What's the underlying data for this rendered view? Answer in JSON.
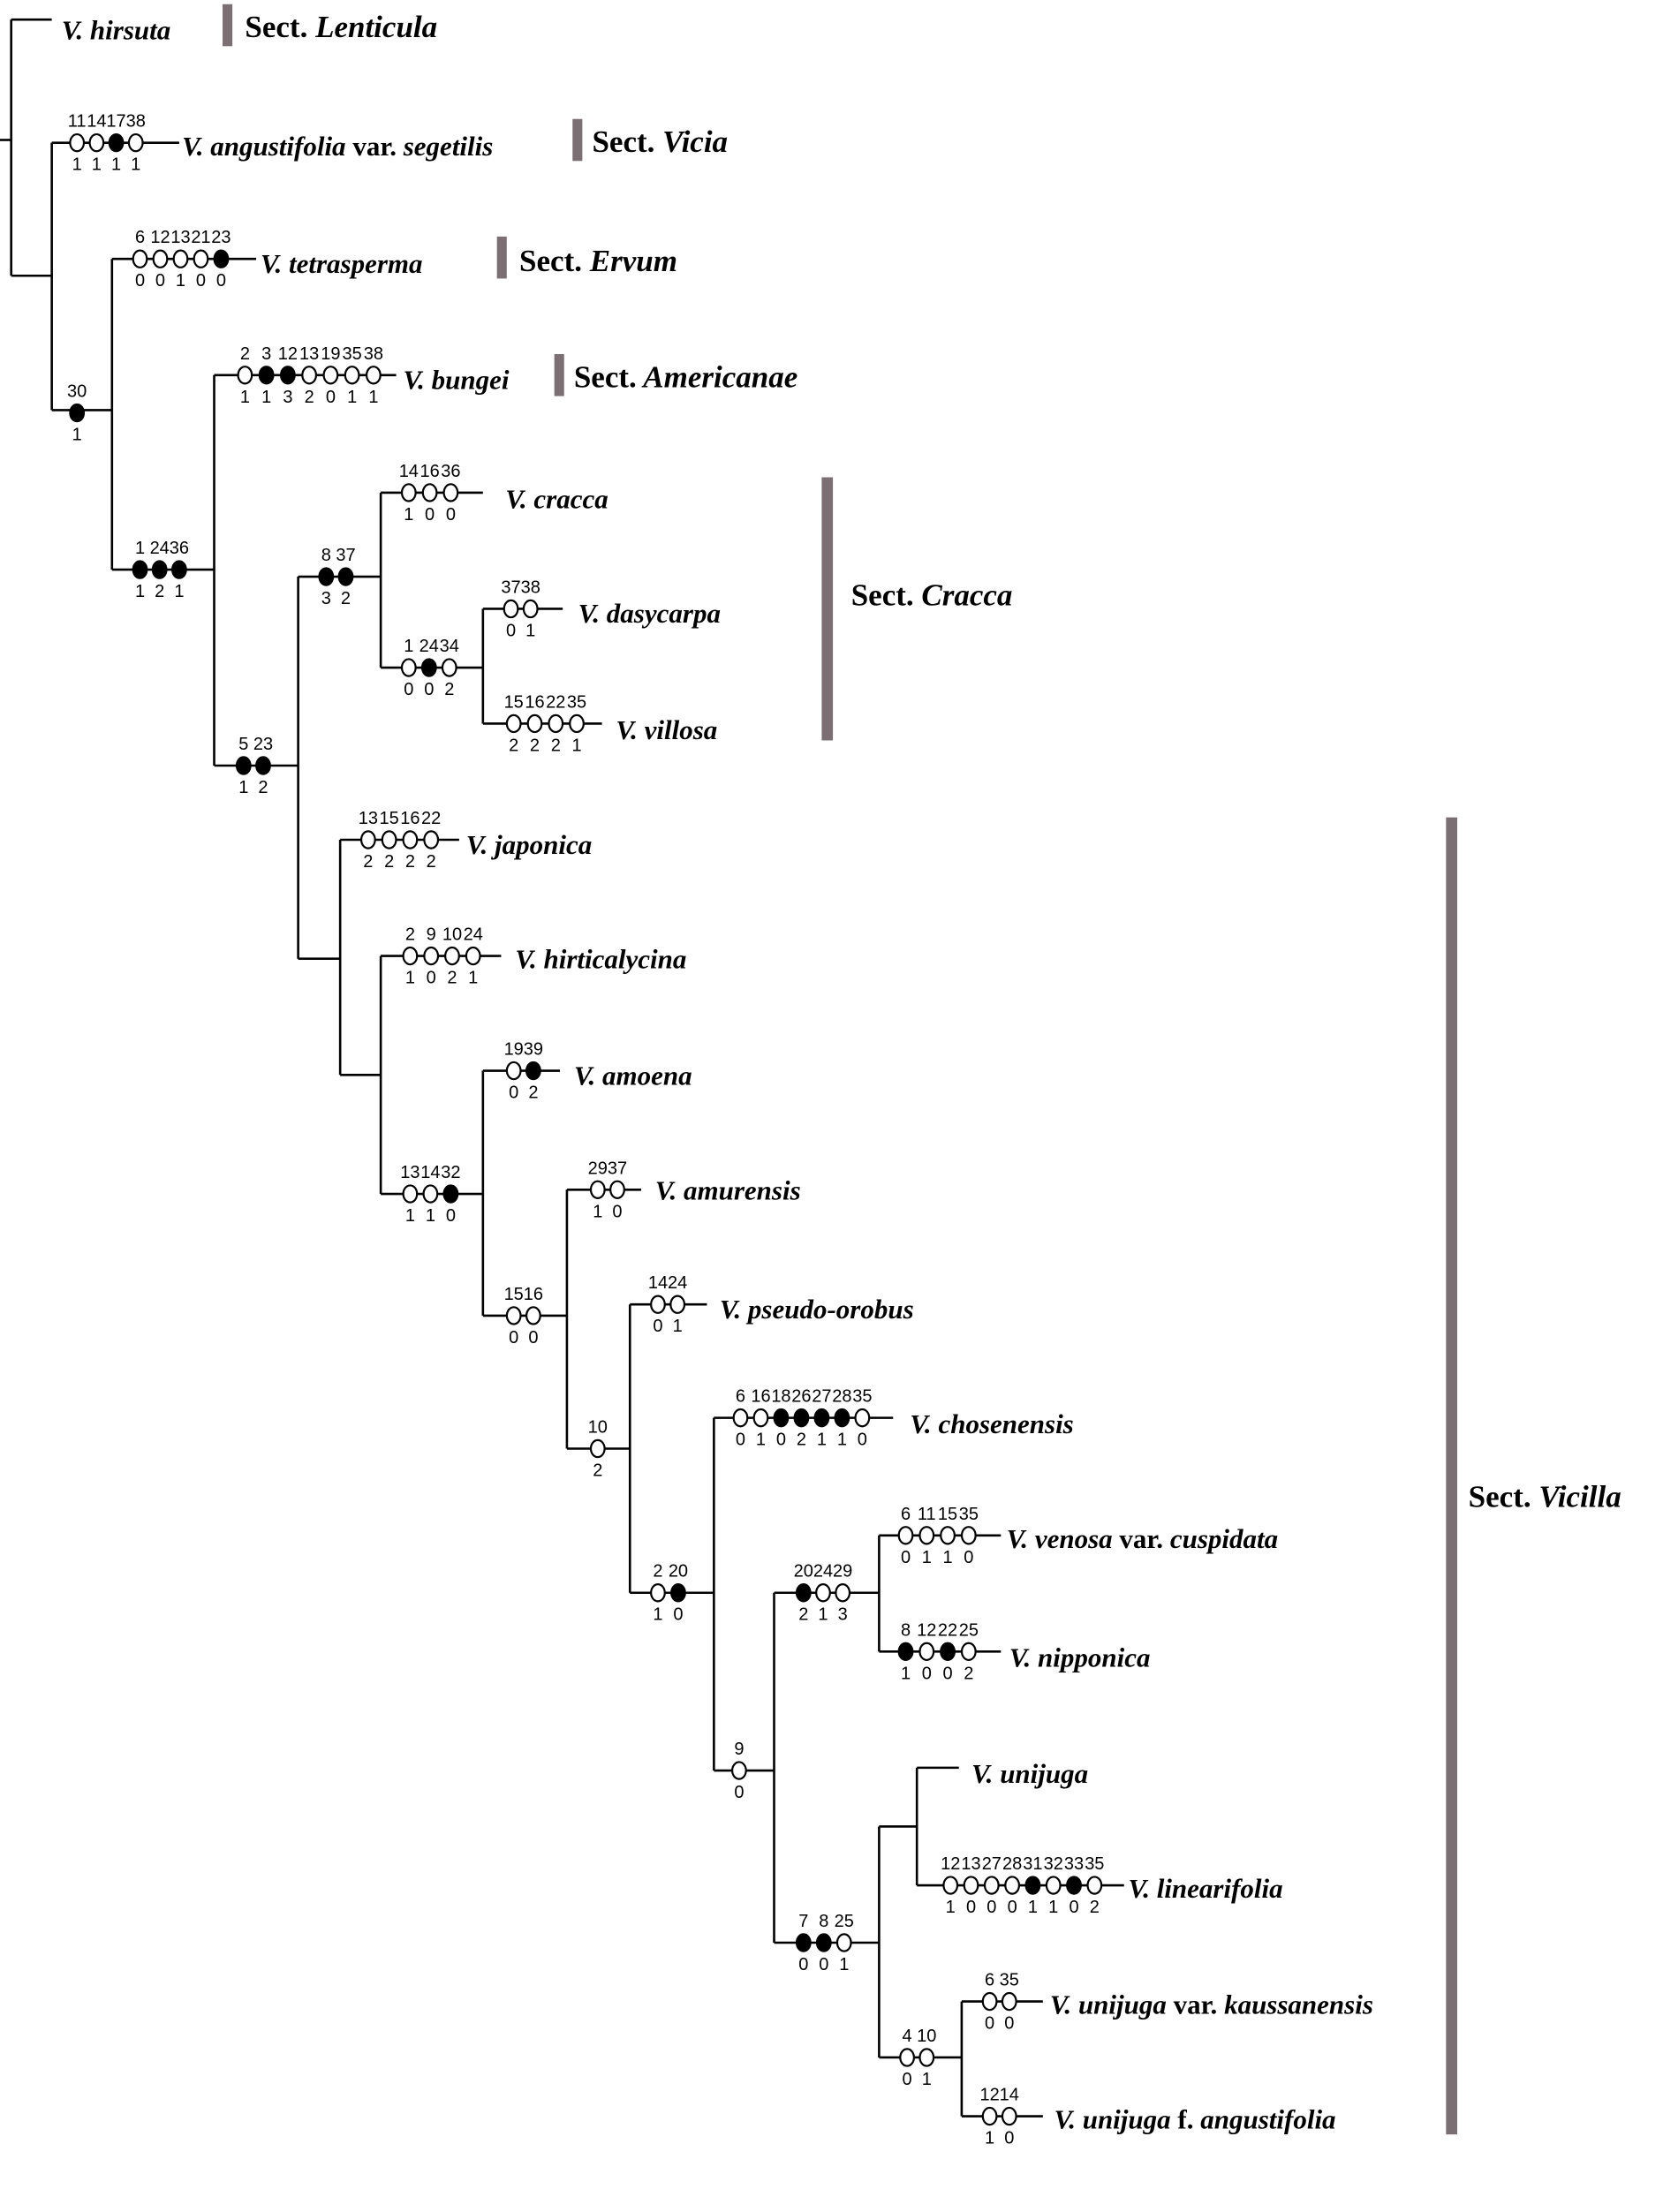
{
  "taxa": [
    {
      "id": "hirsuta",
      "genus": "V.",
      "name": "hirsuta",
      "rank": "",
      "infra": ""
    },
    {
      "id": "angustifolia",
      "genus": "V.",
      "name": "angustifolia",
      "rank": "var.",
      "infra": "segetilis"
    },
    {
      "id": "tetrasperma",
      "genus": "V.",
      "name": "tetrasperma",
      "rank": "",
      "infra": ""
    },
    {
      "id": "bungei",
      "genus": "V.",
      "name": "bungei",
      "rank": "",
      "infra": ""
    },
    {
      "id": "cracca",
      "genus": "V.",
      "name": "cracca",
      "rank": "",
      "infra": ""
    },
    {
      "id": "dasycarpa",
      "genus": "V.",
      "name": "dasycarpa",
      "rank": "",
      "infra": ""
    },
    {
      "id": "villosa",
      "genus": "V.",
      "name": "villosa",
      "rank": "",
      "infra": ""
    },
    {
      "id": "japonica",
      "genus": "V.",
      "name": "japonica",
      "rank": "",
      "infra": ""
    },
    {
      "id": "hirticalycina",
      "genus": "V.",
      "name": "hirticalycina",
      "rank": "",
      "infra": ""
    },
    {
      "id": "amoena",
      "genus": "V.",
      "name": "amoena",
      "rank": "",
      "infra": ""
    },
    {
      "id": "amurensis",
      "genus": "V.",
      "name": "amurensis",
      "rank": "",
      "infra": ""
    },
    {
      "id": "pseudo-orobus",
      "genus": "V.",
      "name": "pseudo-orobus",
      "rank": "",
      "infra": ""
    },
    {
      "id": "chosenensis",
      "genus": "V.",
      "name": "chosenensis",
      "rank": "",
      "infra": ""
    },
    {
      "id": "venosa",
      "genus": "V.",
      "name": "venosa",
      "rank": "var.",
      "infra": "cuspidata"
    },
    {
      "id": "nipponica",
      "genus": "V.",
      "name": "nipponica",
      "rank": "",
      "infra": ""
    },
    {
      "id": "unijuga",
      "genus": "V.",
      "name": "unijuga",
      "rank": "",
      "infra": ""
    },
    {
      "id": "linearifolia",
      "genus": "V.",
      "name": "linearifolia",
      "rank": "",
      "infra": ""
    },
    {
      "id": "kaussanensis",
      "genus": "V.",
      "name": "unijuga",
      "rank": "var.",
      "infra": "kaussanensis"
    },
    {
      "id": "f-angustifolia",
      "genus": "V.",
      "name": "unijuga",
      "rank": "f.",
      "infra": "angustifolia"
    }
  ],
  "sections": [
    {
      "id": "lenticula",
      "prefix": "Sect.",
      "name": "Lenticula"
    },
    {
      "id": "vicia",
      "prefix": "Sect.",
      "name": "Vicia"
    },
    {
      "id": "ervum",
      "prefix": "Sect.",
      "name": "Ervum"
    },
    {
      "id": "americanae",
      "prefix": "Sect.",
      "name": "Americanae"
    },
    {
      "id": "cracca",
      "prefix": "Sect.",
      "name": "Cracca"
    },
    {
      "id": "vicilla",
      "prefix": "Sect.",
      "name": "Vicilla"
    }
  ],
  "character_groups": [
    {
      "id": "angustifolia-branch",
      "chars": [
        {
          "num": "11",
          "state": "1",
          "filled": false
        },
        {
          "num": "14",
          "state": "1",
          "filled": false
        },
        {
          "num": "17",
          "state": "1",
          "filled": true
        },
        {
          "num": "38",
          "state": "1",
          "filled": false
        }
      ]
    },
    {
      "id": "tetrasperma-branch",
      "chars": [
        {
          "num": "6",
          "state": "0",
          "filled": false
        },
        {
          "num": "12",
          "state": "0",
          "filled": false
        },
        {
          "num": "13",
          "state": "1",
          "filled": false
        },
        {
          "num": "21",
          "state": "0",
          "filled": false
        },
        {
          "num": "23",
          "state": "0",
          "filled": true
        }
      ]
    },
    {
      "id": "node-30",
      "chars": [
        {
          "num": "30",
          "state": "1",
          "filled": true
        }
      ]
    },
    {
      "id": "bungei-branch",
      "chars": [
        {
          "num": "2",
          "state": "1",
          "filled": false
        },
        {
          "num": "3",
          "state": "1",
          "filled": true
        },
        {
          "num": "12",
          "state": "3",
          "filled": true
        },
        {
          "num": "13",
          "state": "2",
          "filled": false
        },
        {
          "num": "19",
          "state": "0",
          "filled": false
        },
        {
          "num": "35",
          "state": "1",
          "filled": false
        },
        {
          "num": "38",
          "state": "1",
          "filled": false
        }
      ]
    },
    {
      "id": "node-1-24-36",
      "chars": [
        {
          "num": "1",
          "state": "1",
          "filled": true
        },
        {
          "num": "24",
          "state": "2",
          "filled": true
        },
        {
          "num": "36",
          "state": "1",
          "filled": true
        }
      ]
    },
    {
      "id": "cracca-branch",
      "chars": [
        {
          "num": "14",
          "state": "1",
          "filled": false
        },
        {
          "num": "16",
          "state": "0",
          "filled": false
        },
        {
          "num": "36",
          "state": "0",
          "filled": false
        }
      ]
    },
    {
      "id": "node-8-37",
      "chars": [
        {
          "num": "8",
          "state": "3",
          "filled": true
        },
        {
          "num": "37",
          "state": "2",
          "filled": true
        }
      ]
    },
    {
      "id": "dasycarpa-branch",
      "chars": [
        {
          "num": "37",
          "state": "0",
          "filled": false
        },
        {
          "num": "38",
          "state": "1",
          "filled": false
        }
      ]
    },
    {
      "id": "node-1-24-34",
      "chars": [
        {
          "num": "1",
          "state": "0",
          "filled": false
        },
        {
          "num": "24",
          "state": "0",
          "filled": true
        },
        {
          "num": "34",
          "state": "2",
          "filled": false
        }
      ]
    },
    {
      "id": "villosa-branch",
      "chars": [
        {
          "num": "15",
          "state": "2",
          "filled": false
        },
        {
          "num": "16",
          "state": "2",
          "filled": false
        },
        {
          "num": "22",
          "state": "2",
          "filled": false
        },
        {
          "num": "35",
          "state": "1",
          "filled": false
        }
      ]
    },
    {
      "id": "node-5-23",
      "chars": [
        {
          "num": "5",
          "state": "1",
          "filled": true
        },
        {
          "num": "23",
          "state": "2",
          "filled": true
        }
      ]
    },
    {
      "id": "japonica-branch",
      "chars": [
        {
          "num": "13",
          "state": "2",
          "filled": false
        },
        {
          "num": "15",
          "state": "2",
          "filled": false
        },
        {
          "num": "16",
          "state": "2",
          "filled": false
        },
        {
          "num": "22",
          "state": "2",
          "filled": false
        }
      ]
    },
    {
      "id": "hirticalycina-branch",
      "chars": [
        {
          "num": "2",
          "state": "1",
          "filled": false
        },
        {
          "num": "9",
          "state": "0",
          "filled": false
        },
        {
          "num": "10",
          "state": "2",
          "filled": false
        },
        {
          "num": "24",
          "state": "1",
          "filled": false
        }
      ]
    },
    {
      "id": "amoena-branch",
      "chars": [
        {
          "num": "19",
          "state": "0",
          "filled": false
        },
        {
          "num": "39",
          "state": "2",
          "filled": true
        }
      ]
    },
    {
      "id": "node-13-14-32",
      "chars": [
        {
          "num": "13",
          "state": "1",
          "filled": false
        },
        {
          "num": "14",
          "state": "1",
          "filled": false
        },
        {
          "num": "32",
          "state": "0",
          "filled": true
        }
      ]
    },
    {
      "id": "amurensis-branch",
      "chars": [
        {
          "num": "29",
          "state": "1",
          "filled": false
        },
        {
          "num": "37",
          "state": "0",
          "filled": false
        }
      ]
    },
    {
      "id": "node-15-16",
      "chars": [
        {
          "num": "15",
          "state": "0",
          "filled": false
        },
        {
          "num": "16",
          "state": "0",
          "filled": false
        }
      ]
    },
    {
      "id": "pseudo-orobus-branch",
      "chars": [
        {
          "num": "14",
          "state": "0",
          "filled": false
        },
        {
          "num": "24",
          "state": "1",
          "filled": false
        }
      ]
    },
    {
      "id": "node-10",
      "chars": [
        {
          "num": "10",
          "state": "2",
          "filled": false
        }
      ]
    },
    {
      "id": "chosenensis-branch",
      "chars": [
        {
          "num": "6",
          "state": "0",
          "filled": false
        },
        {
          "num": "16",
          "state": "1",
          "filled": false
        },
        {
          "num": "18",
          "state": "0",
          "filled": true
        },
        {
          "num": "26",
          "state": "2",
          "filled": true
        },
        {
          "num": "27",
          "state": "1",
          "filled": true
        },
        {
          "num": "28",
          "state": "1",
          "filled": true
        },
        {
          "num": "35",
          "state": "0",
          "filled": false
        }
      ]
    },
    {
      "id": "node-2-20",
      "chars": [
        {
          "num": "2",
          "state": "1",
          "filled": false
        },
        {
          "num": "20",
          "state": "0",
          "filled": true
        }
      ]
    },
    {
      "id": "venosa-branch",
      "chars": [
        {
          "num": "6",
          "state": "0",
          "filled": false
        },
        {
          "num": "11",
          "state": "1",
          "filled": false
        },
        {
          "num": "15",
          "state": "1",
          "filled": false
        },
        {
          "num": "35",
          "state": "0",
          "filled": false
        }
      ]
    },
    {
      "id": "node-20-24-29",
      "chars": [
        {
          "num": "20",
          "state": "2",
          "filled": true
        },
        {
          "num": "24",
          "state": "1",
          "filled": false
        },
        {
          "num": "29",
          "state": "3",
          "filled": false
        }
      ]
    },
    {
      "id": "nipponica-branch",
      "chars": [
        {
          "num": "8",
          "state": "1",
          "filled": true
        },
        {
          "num": "12",
          "state": "0",
          "filled": false
        },
        {
          "num": "22",
          "state": "0",
          "filled": true
        },
        {
          "num": "25",
          "state": "2",
          "filled": false
        }
      ]
    },
    {
      "id": "node-9",
      "chars": [
        {
          "num": "9",
          "state": "0",
          "filled": false
        }
      ]
    },
    {
      "id": "linearifolia-branch",
      "chars": [
        {
          "num": "12",
          "state": "1",
          "filled": false
        },
        {
          "num": "13",
          "state": "0",
          "filled": false
        },
        {
          "num": "27",
          "state": "0",
          "filled": false
        },
        {
          "num": "28",
          "state": "0",
          "filled": false
        },
        {
          "num": "31",
          "state": "1",
          "filled": true
        },
        {
          "num": "32",
          "state": "1",
          "filled": false
        },
        {
          "num": "33",
          "state": "0",
          "filled": true
        },
        {
          "num": "35",
          "state": "2",
          "filled": false
        }
      ]
    },
    {
      "id": "node-7-8-25",
      "chars": [
        {
          "num": "7",
          "state": "0",
          "filled": true
        },
        {
          "num": "8",
          "state": "0",
          "filled": true
        },
        {
          "num": "25",
          "state": "1",
          "filled": false
        }
      ]
    },
    {
      "id": "kaussanensis-branch",
      "chars": [
        {
          "num": "6",
          "state": "0",
          "filled": false
        },
        {
          "num": "35",
          "state": "0",
          "filled": false
        }
      ]
    },
    {
      "id": "node-4-10",
      "chars": [
        {
          "num": "4",
          "state": "0",
          "filled": false
        },
        {
          "num": "10",
          "state": "1",
          "filled": false
        }
      ]
    },
    {
      "id": "f-angustifolia-branch",
      "chars": [
        {
          "num": "12",
          "state": "1",
          "filled": false
        },
        {
          "num": "14",
          "state": "0",
          "filled": false
        }
      ]
    }
  ]
}
